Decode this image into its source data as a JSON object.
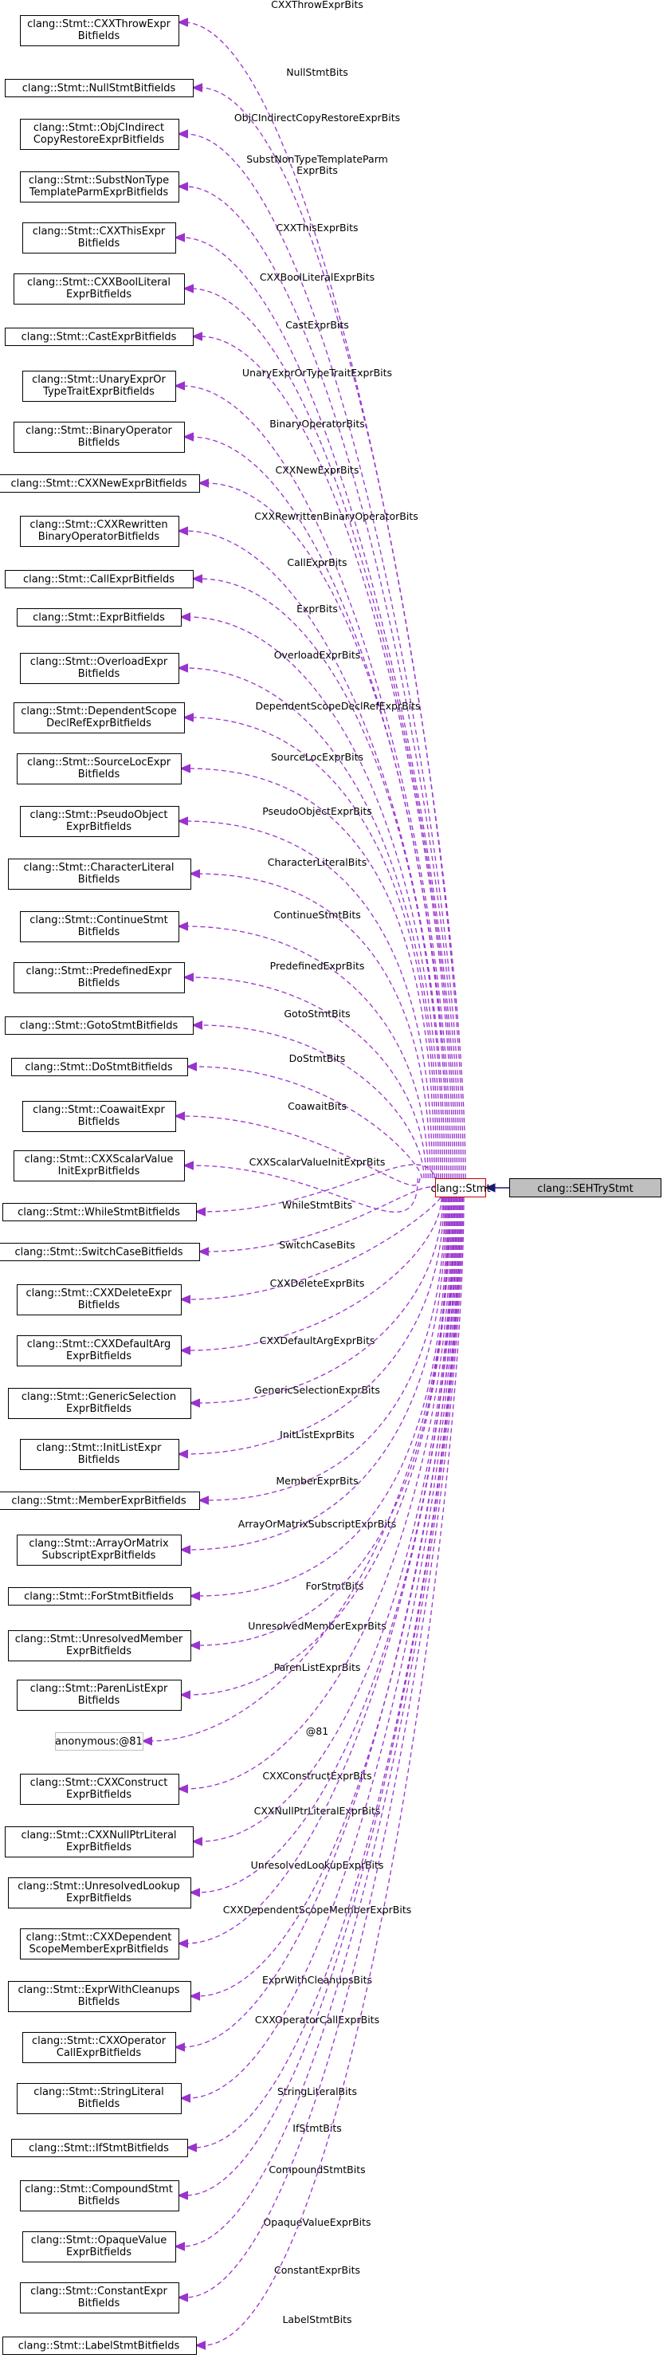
{
  "diagram": {
    "main_node": "clang::SEHTryStmt",
    "base_node": "clang::Stmt",
    "members": [
      {
        "node": [
          "clang::Stmt::CXXThrowExpr",
          "Bitfields"
        ],
        "label": [
          "CXXThrowExprBits"
        ]
      },
      {
        "node": [
          "clang::Stmt::NullStmtBitfields"
        ],
        "label": [
          "NullStmtBits"
        ]
      },
      {
        "node": [
          "clang::Stmt::ObjCIndirect",
          "CopyRestoreExprBitfields"
        ],
        "label": [
          "ObjCIndirectCopyRestoreExprBits"
        ]
      },
      {
        "node": [
          "clang::Stmt::SubstNonType",
          "TemplateParmExprBitfields"
        ],
        "label": [
          "SubstNonTypeTemplateParm",
          "ExprBits"
        ]
      },
      {
        "node": [
          "clang::Stmt::CXXThisExpr",
          "Bitfields"
        ],
        "label": [
          "CXXThisExprBits"
        ]
      },
      {
        "node": [
          "clang::Stmt::CXXBoolLiteral",
          "ExprBitfields"
        ],
        "label": [
          "CXXBoolLiteralExprBits"
        ]
      },
      {
        "node": [
          "clang::Stmt::CastExprBitfields"
        ],
        "label": [
          "CastExprBits"
        ]
      },
      {
        "node": [
          "clang::Stmt::UnaryExprOr",
          "TypeTraitExprBitfields"
        ],
        "label": [
          "UnaryExprOrTypeTraitExprBits"
        ]
      },
      {
        "node": [
          "clang::Stmt::BinaryOperator",
          "Bitfields"
        ],
        "label": [
          "BinaryOperatorBits"
        ]
      },
      {
        "node": [
          "clang::Stmt::CXXNewExprBitfields"
        ],
        "label": [
          "CXXNewExprBits"
        ]
      },
      {
        "node": [
          "clang::Stmt::CXXRewritten",
          "BinaryOperatorBitfields"
        ],
        "label": [
          "CXXRewrittenBinaryOperatorBits"
        ]
      },
      {
        "node": [
          "clang::Stmt::CallExprBitfields"
        ],
        "label": [
          "CallExprBits"
        ]
      },
      {
        "node": [
          "clang::Stmt::ExprBitfields"
        ],
        "label": [
          "ExprBits"
        ]
      },
      {
        "node": [
          "clang::Stmt::OverloadExpr",
          "Bitfields"
        ],
        "label": [
          "OverloadExprBits"
        ]
      },
      {
        "node": [
          "clang::Stmt::DependentScope",
          "DeclRefExprBitfields"
        ],
        "label": [
          "DependentScopeDeclRefExprBits"
        ]
      },
      {
        "node": [
          "clang::Stmt::SourceLocExpr",
          "Bitfields"
        ],
        "label": [
          "SourceLocExprBits"
        ]
      },
      {
        "node": [
          "clang::Stmt::PseudoObject",
          "ExprBitfields"
        ],
        "label": [
          "PseudoObjectExprBits"
        ]
      },
      {
        "node": [
          "clang::Stmt::CharacterLiteral",
          "Bitfields"
        ],
        "label": [
          "CharacterLiteralBits"
        ]
      },
      {
        "node": [
          "clang::Stmt::ContinueStmt",
          "Bitfields"
        ],
        "label": [
          "ContinueStmtBits"
        ]
      },
      {
        "node": [
          "clang::Stmt::PredefinedExpr",
          "Bitfields"
        ],
        "label": [
          "PredefinedExprBits"
        ]
      },
      {
        "node": [
          "clang::Stmt::GotoStmtBitfields"
        ],
        "label": [
          "GotoStmtBits"
        ]
      },
      {
        "node": [
          "clang::Stmt::DoStmtBitfields"
        ],
        "label": [
          "DoStmtBits"
        ]
      },
      {
        "node": [
          "clang::Stmt::CoawaitExpr",
          "Bitfields"
        ],
        "label": [
          "CoawaitBits"
        ]
      },
      {
        "node": [
          "clang::Stmt::CXXScalarValue",
          "InitExprBitfields"
        ],
        "label": [
          "CXXScalarValueInitExprBits"
        ]
      },
      {
        "node": [
          "clang::Stmt::WhileStmtBitfields"
        ],
        "label": [
          "WhileStmtBits"
        ]
      },
      {
        "node": [
          "clang::Stmt::SwitchCaseBitfields"
        ],
        "label": [
          "SwitchCaseBits"
        ]
      },
      {
        "node": [
          "clang::Stmt::CXXDeleteExpr",
          "Bitfields"
        ],
        "label": [
          "CXXDeleteExprBits"
        ]
      },
      {
        "node": [
          "clang::Stmt::CXXDefaultArg",
          "ExprBitfields"
        ],
        "label": [
          "CXXDefaultArgExprBits"
        ]
      },
      {
        "node": [
          "clang::Stmt::GenericSelection",
          "ExprBitfields"
        ],
        "label": [
          "GenericSelectionExprBits"
        ]
      },
      {
        "node": [
          "clang::Stmt::InitListExpr",
          "Bitfields"
        ],
        "label": [
          "InitListExprBits"
        ]
      },
      {
        "node": [
          "clang::Stmt::MemberExprBitfields"
        ],
        "label": [
          "MemberExprBits"
        ]
      },
      {
        "node": [
          "clang::Stmt::ArrayOrMatrix",
          "SubscriptExprBitfields"
        ],
        "label": [
          "ArrayOrMatrixSubscriptExprBits"
        ]
      },
      {
        "node": [
          "clang::Stmt::ForStmtBitfields"
        ],
        "label": [
          "ForStmtBits"
        ]
      },
      {
        "node": [
          "clang::Stmt::UnresolvedMember",
          "ExprBitfields"
        ],
        "label": [
          "UnresolvedMemberExprBits"
        ]
      },
      {
        "node": [
          "clang::Stmt::ParenListExpr",
          "Bitfields"
        ],
        "label": [
          "ParenListExprBits"
        ]
      },
      {
        "node": [
          "anonymous:@81"
        ],
        "label": [
          "@81"
        ],
        "anonymous": true
      },
      {
        "node": [
          "clang::Stmt::CXXConstruct",
          "ExprBitfields"
        ],
        "label": [
          "CXXConstructExprBits"
        ]
      },
      {
        "node": [
          "clang::Stmt::CXXNullPtrLiteral",
          "ExprBitfields"
        ],
        "label": [
          "CXXNullPtrLiteralExprBits"
        ]
      },
      {
        "node": [
          "clang::Stmt::UnresolvedLookup",
          "ExprBitfields"
        ],
        "label": [
          "UnresolvedLookupExprBits"
        ]
      },
      {
        "node": [
          "clang::Stmt::CXXDependent",
          "ScopeMemberExprBitfields"
        ],
        "label": [
          "CXXDependentScopeMemberExprBits"
        ]
      },
      {
        "node": [
          "clang::Stmt::ExprWithCleanups",
          "Bitfields"
        ],
        "label": [
          "ExprWithCleanupsBits"
        ]
      },
      {
        "node": [
          "clang::Stmt::CXXOperator",
          "CallExprBitfields"
        ],
        "label": [
          "CXXOperatorCallExprBits"
        ]
      },
      {
        "node": [
          "clang::Stmt::StringLiteral",
          "Bitfields"
        ],
        "label": [
          "StringLiteralBits"
        ]
      },
      {
        "node": [
          "clang::Stmt::IfStmtBitfields"
        ],
        "label": [
          "IfStmtBits"
        ]
      },
      {
        "node": [
          "clang::Stmt::CompoundStmt",
          "Bitfields"
        ],
        "label": [
          "CompoundStmtBits"
        ]
      },
      {
        "node": [
          "clang::Stmt::OpaqueValue",
          "ExprBitfields"
        ],
        "label": [
          "OpaqueValueExprBits"
        ]
      },
      {
        "node": [
          "clang::Stmt::ConstantExpr",
          "Bitfields"
        ],
        "label": [
          "ConstantExprBits"
        ]
      },
      {
        "node": [
          "clang::Stmt::LabelStmtBitfields"
        ],
        "label": [
          "LabelStmtBits"
        ]
      }
    ]
  }
}
